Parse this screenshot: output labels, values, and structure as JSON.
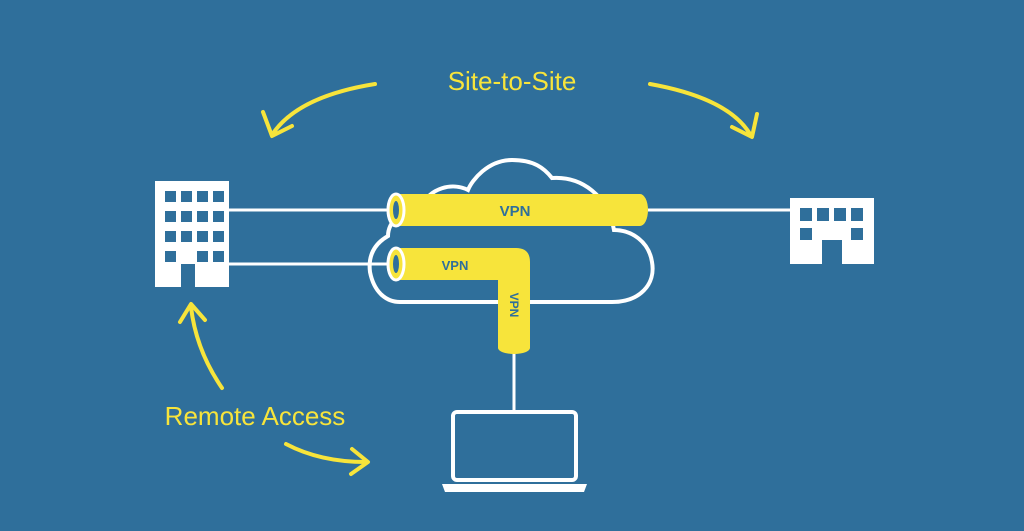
{
  "labels": {
    "site_to_site": "Site-to-Site",
    "remote_access": "Remote Access",
    "tunnel_upper": "VPN",
    "tunnel_lower": "VPN",
    "tunnel_vertical": "VPN"
  },
  "colors": {
    "background": "#2f6f9b",
    "accent": "#f7e43b",
    "line": "#ffffff",
    "tunnel_text": "#2f6f9b"
  },
  "icons": [
    "office-building-icon",
    "small-office-building-icon",
    "cloud-icon",
    "laptop-icon"
  ]
}
